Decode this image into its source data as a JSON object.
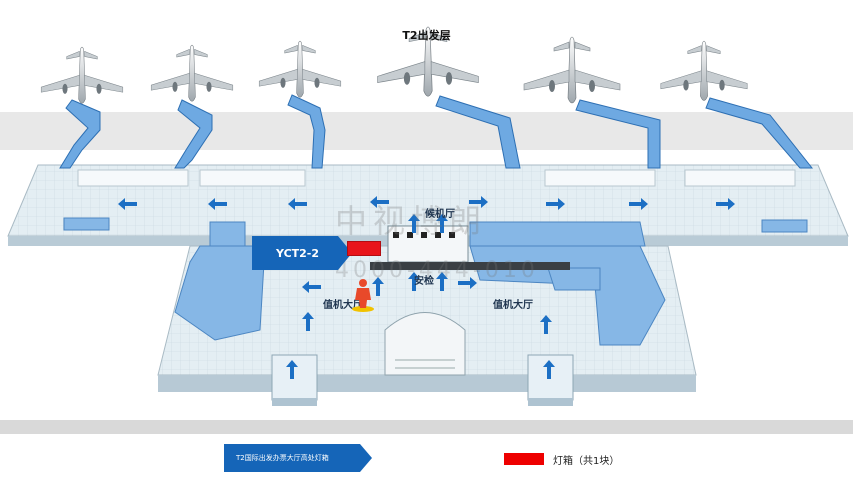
{
  "title": "T2出发层",
  "callout_label": "YCT2-2",
  "areas": {
    "waiting_hall": "候机厅",
    "security": "安检",
    "checkin_left": "值机大厅",
    "checkin_right": "值机大厅"
  },
  "watermark": {
    "line1": "中视博朗",
    "line2": "4000-444-010"
  },
  "legend": {
    "banner_text": "T2国际出发办票大厅高处灯箱",
    "item_label": "灯箱（共1块）"
  },
  "colors": {
    "light_box": "#e8141a",
    "accent_blue": "#1565b8",
    "floor": "#dde9f0",
    "shop_blue": "#7fb3e6",
    "arrow_blue": "#1c6fc4"
  },
  "icons": [
    "airplane-icon",
    "arrow-icon",
    "person-icon"
  ]
}
